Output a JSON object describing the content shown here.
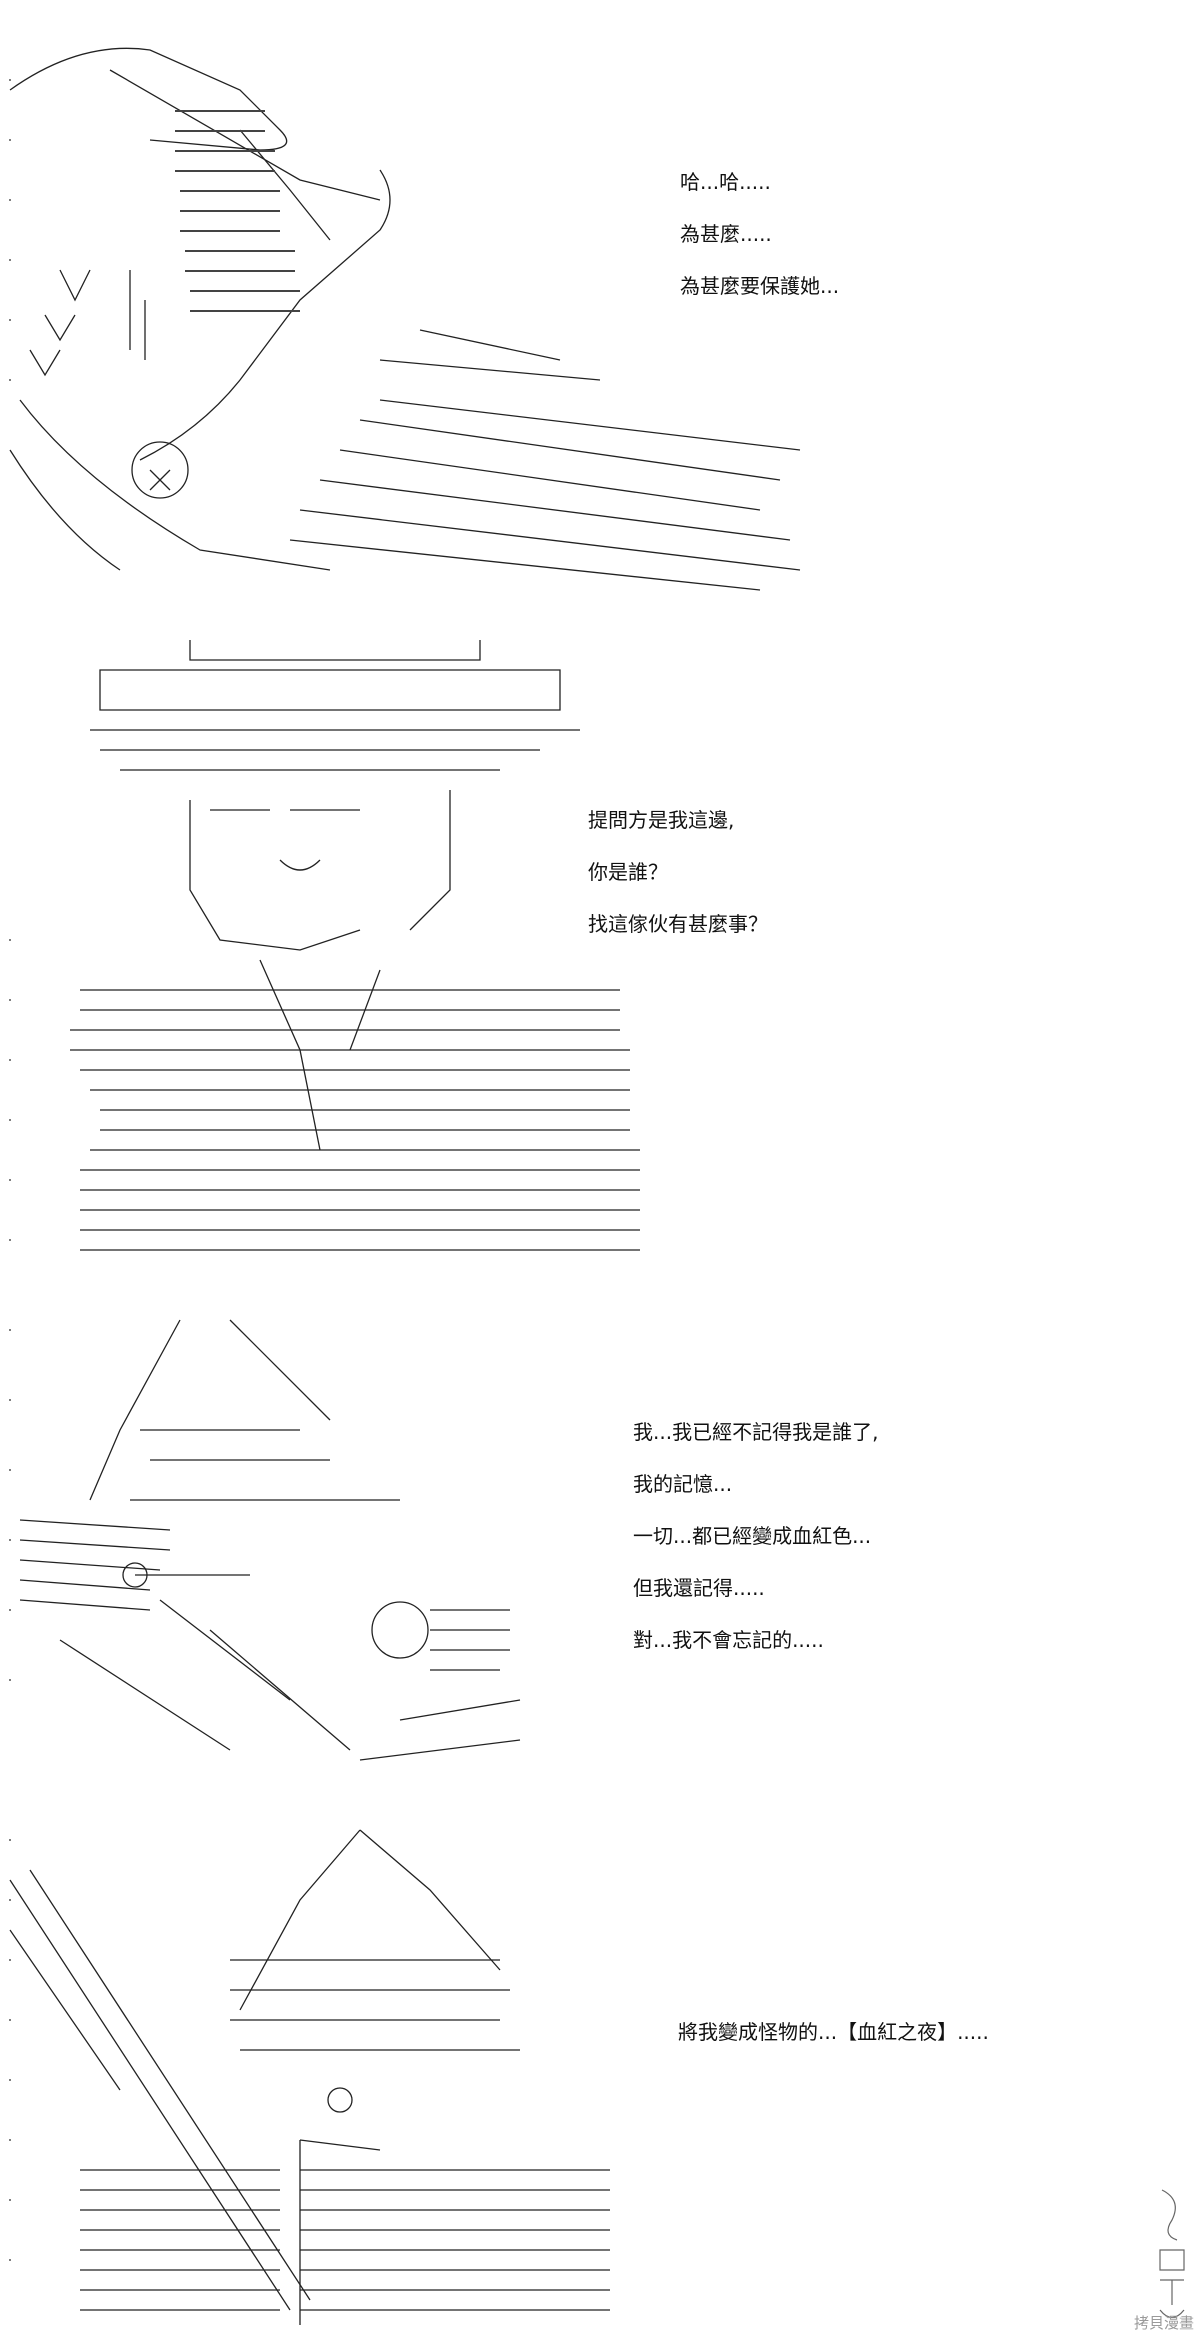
{
  "panels": [
    {
      "id": "panel-1",
      "lines": [
        "哈...哈.....",
        "為甚麼.....",
        "為甚麼要保護她..."
      ]
    },
    {
      "id": "panel-2",
      "lines": [
        "提問方是我這邊,",
        "你是誰？",
        "找這傢伙有甚麼事？"
      ]
    },
    {
      "id": "panel-3",
      "lines": [
        "我...我已經不記得我是誰了,",
        "我的記憶...",
        "一切...都已經變成血紅色...",
        "但我還記得.....",
        "對...我不會忘記的....."
      ]
    },
    {
      "id": "panel-4",
      "lines": [
        "將我變成怪物的...【血紅之夜】....."
      ]
    }
  ],
  "watermark": {
    "label": "拷貝漫畫"
  }
}
